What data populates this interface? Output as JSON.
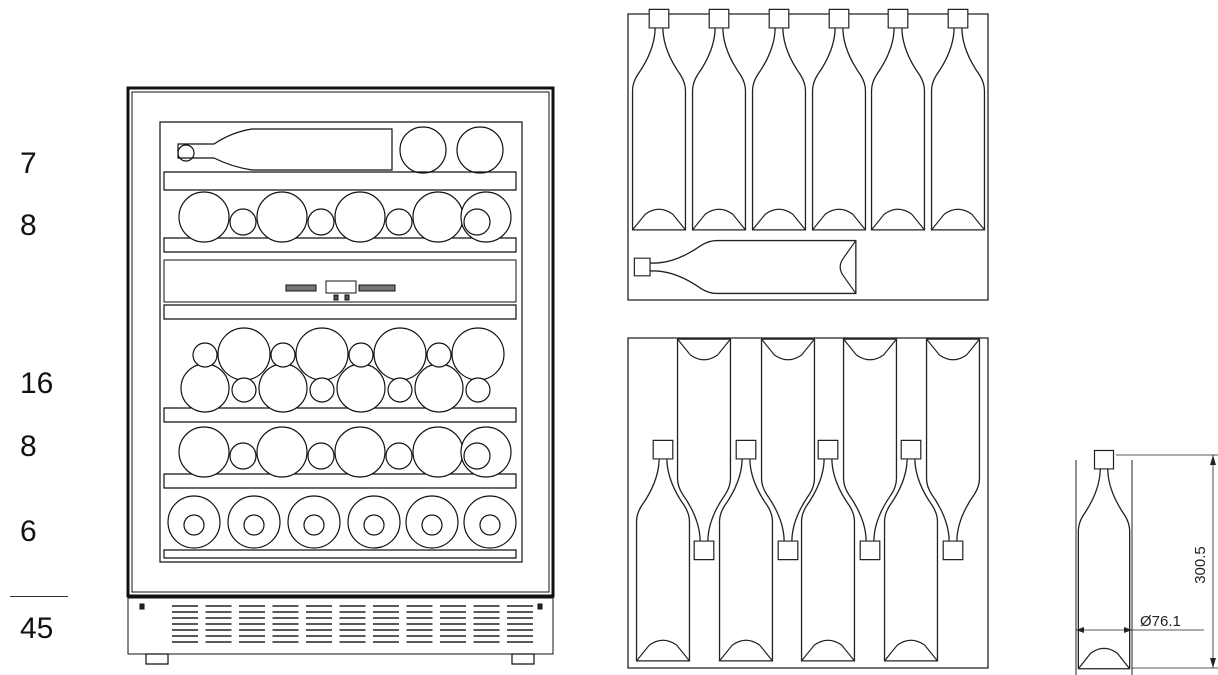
{
  "shelf_counts": [
    "7",
    "8",
    "16",
    "8",
    "6"
  ],
  "total": "45",
  "bottle": {
    "height": "300.5",
    "diameter": "Ø76.1"
  }
}
